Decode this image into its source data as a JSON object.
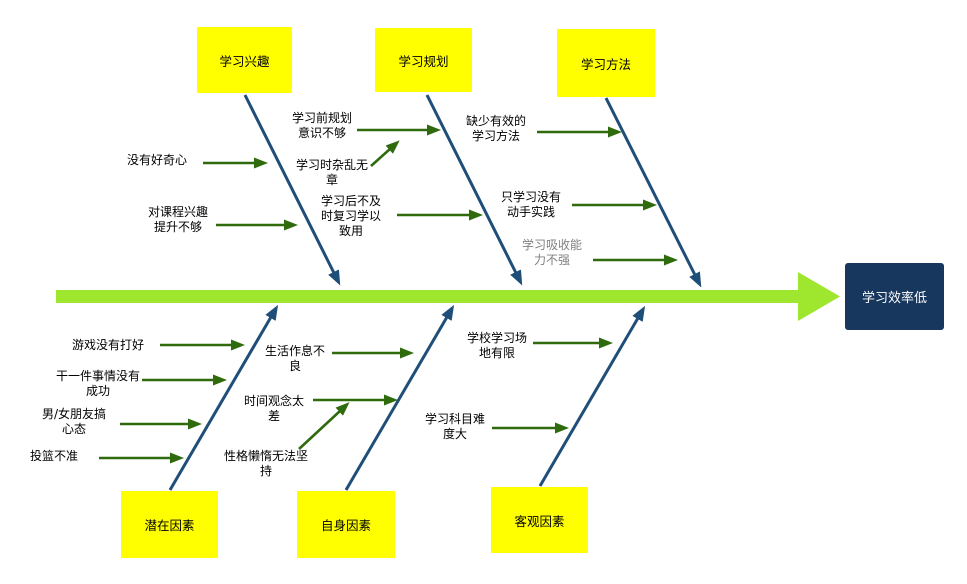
{
  "diagram": {
    "type": "fishbone",
    "effect": "学习效率低",
    "branches": [
      {
        "category": "学习兴趣",
        "side": "top",
        "causes": [
          "没有好奇心",
          "对课程兴趣提升不够"
        ]
      },
      {
        "category": "学习规划",
        "side": "top",
        "causes": [
          "学习前规划意识不够",
          "学习时杂乱无章",
          "学习后不及时复习学以致用"
        ]
      },
      {
        "category": "学习方法",
        "side": "top",
        "causes": [
          "缺少有效的学习方法",
          "只学习没有动手实践",
          "学习吸收能力不强"
        ]
      },
      {
        "category": "潜在因素",
        "side": "bottom",
        "causes": [
          "游戏没有打好",
          "干一件事情没有成功",
          "男/女朋友搞心态",
          "投篮不准"
        ]
      },
      {
        "category": "自身因素",
        "side": "bottom",
        "causes": [
          "生活作息不良",
          "时间观念太差",
          "性格懒惰无法坚持"
        ]
      },
      {
        "category": "客观因素",
        "side": "bottom",
        "causes": [
          "学校学习场地有限",
          "学习科目难度大"
        ]
      }
    ]
  },
  "colors": {
    "category_fill": "#FFFF00",
    "bone": "#1F4E79",
    "cause_arrow": "#2F6B0D",
    "spine": "#9FE62F",
    "effect_fill": "#17375E",
    "effect_text": "#FFFFFF",
    "cause_text": "#000000",
    "muted_cause_text": "#808080"
  }
}
